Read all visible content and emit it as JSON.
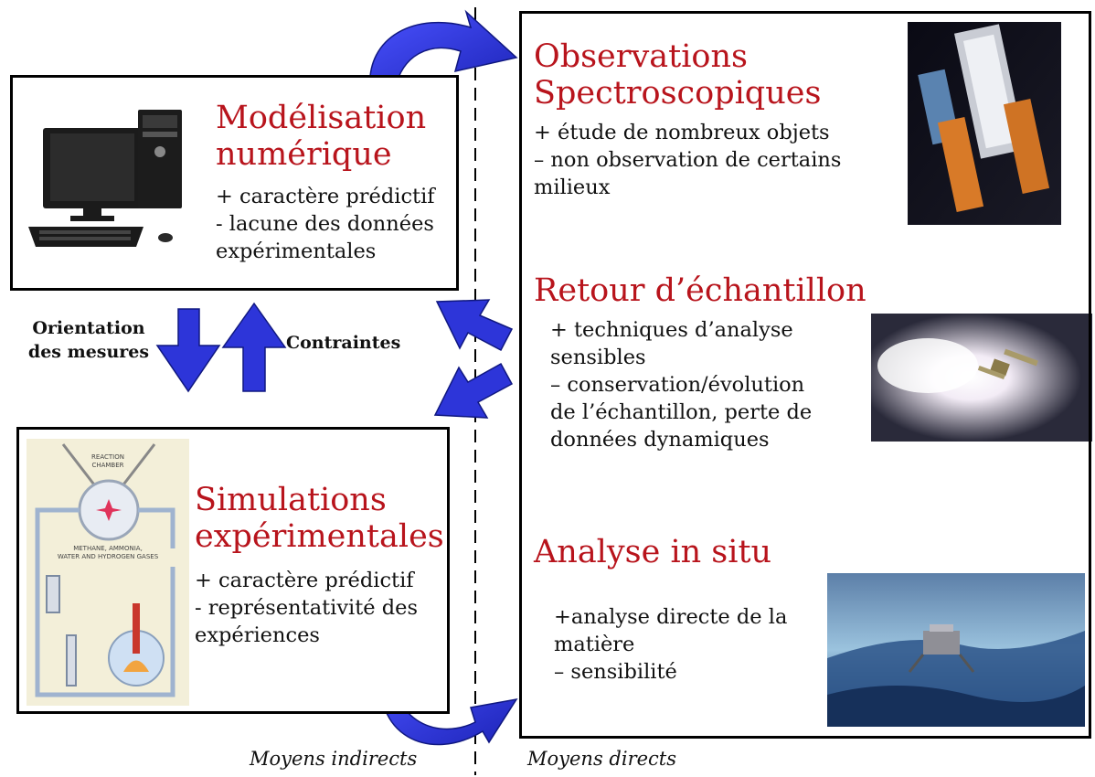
{
  "modelisation": {
    "title_line1": "Modélisation",
    "title_line2": "numérique",
    "lines": [
      "+ caractère prédictif",
      "- lacune des données",
      "expérimentales"
    ]
  },
  "simulations": {
    "title_line1": "Simulations",
    "title_line2": "expérimentales",
    "lines": [
      "+ caractère prédictif",
      "- représentativité des",
      "expériences"
    ],
    "image_labels": [
      "REACTION",
      "CHAMBER",
      "METHANE, AMMONIA,",
      "WATER AND HYDROGEN GASES"
    ]
  },
  "observations": {
    "title_line1": "Observations",
    "title_line2": "Spectroscopiques",
    "lines": [
      "+ étude de nombreux objets",
      "– non observation de certains",
      "milieux"
    ]
  },
  "retour": {
    "title": "Retour d’échantillon",
    "lines": [
      "+ techniques d’analyse",
      "sensibles",
      "– conservation/évolution",
      "de l’échantillon, perte de",
      "données dynamiques"
    ]
  },
  "analyse": {
    "title": "Analyse in situ",
    "lines": [
      "+analyse directe de la",
      "matière",
      "– sensibilité"
    ]
  },
  "arrows": {
    "orientation_line1": "Orientation",
    "orientation_line2": "des mesures",
    "contraintes": "Contraintes"
  },
  "footer": {
    "indirect": "Moyens indirects",
    "direct": "Moyens directs"
  },
  "colors": {
    "title_red": "#b8141c",
    "arrow_blue": "#2d35d9",
    "border": "#000000"
  }
}
